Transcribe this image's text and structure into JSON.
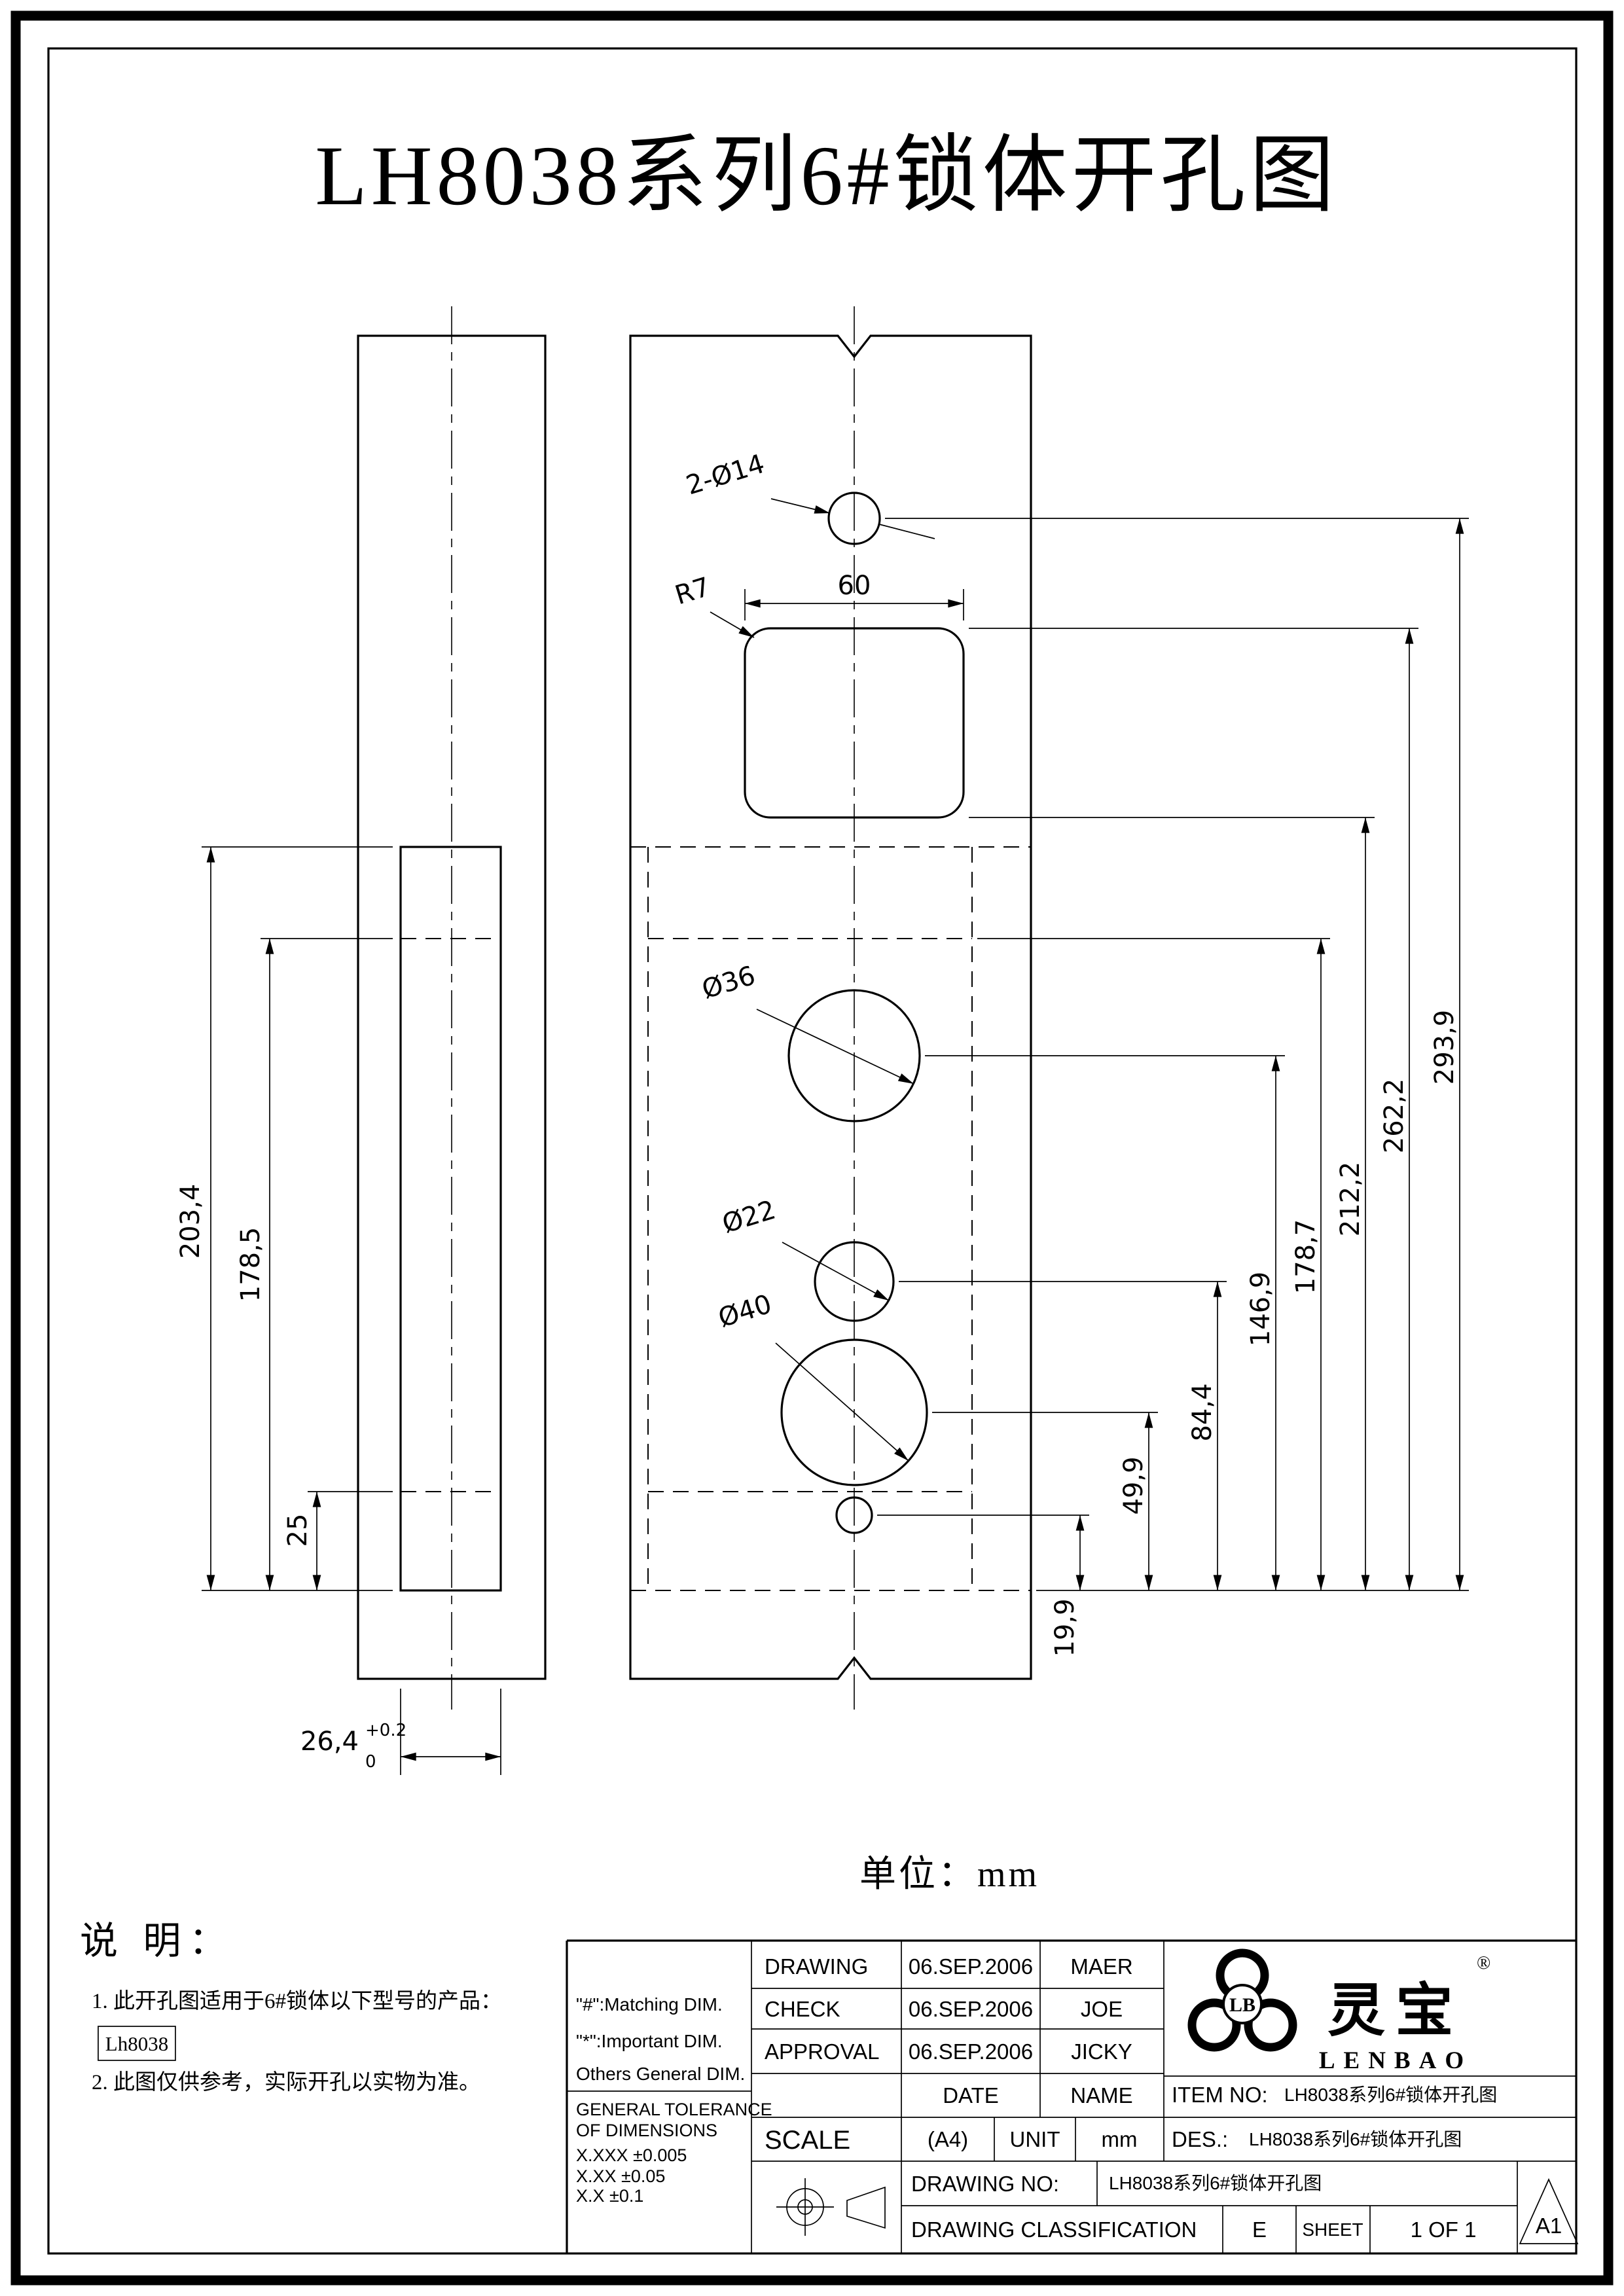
{
  "page": {
    "title": "LH8038系列6#锁体开孔图",
    "unit_note": "单位：mm"
  },
  "drawing": {
    "labels": {
      "top_hole": "2-Ø14",
      "corner_radius": "R7",
      "window_width": "60",
      "hole_d36": "Ø36",
      "hole_d22": "Ø22",
      "hole_d40": "Ø40"
    },
    "right_dims": [
      "293,9",
      "262,2",
      "212,2",
      "178,7",
      "146,9",
      "84,4",
      "49,9",
      "19,9"
    ],
    "left_dims": {
      "case_height": "203,4",
      "mid_height": "178,5",
      "bottom_offset": "25",
      "case_width": "26,4",
      "tol_upper": "+0.2",
      "tol_lower": "0"
    }
  },
  "notes": {
    "heading": "说 明：",
    "note1": "1. 此开孔图适用于6#锁体以下型号的产品：",
    "model": "Lh8038",
    "note2": "2. 此图仅供参考，实际开孔以实物为准。"
  },
  "title_block": {
    "dim_notes": [
      "\"#\":Matching  DIM.",
      "\"*\":Important  DIM.",
      "Others General  DIM."
    ],
    "tolerance_line1": "GENERAL TOLERANCE",
    "tolerance_line2": "OF DIMENSIONS",
    "tol_rows": [
      "X.XXX   ±0.005",
      "X.XX     ±0.05",
      "X.X       ±0.1"
    ],
    "approvals": [
      {
        "role": "DRAWING",
        "date": "06.SEP.2006",
        "name": "MAER"
      },
      {
        "role": "CHECK",
        "date": "06.SEP.2006",
        "name": "JOE"
      },
      {
        "role": "APPROVAL",
        "date": "06.SEP.2006",
        "name": "JICKY"
      }
    ],
    "date_header": "DATE",
    "name_header": "NAME",
    "scale_label": "SCALE",
    "scale_value": "(A4)",
    "unit_label": "UNIT",
    "unit_value": "mm",
    "item_no_label": "ITEM NO:",
    "item_no_value": "LH8038系列6#锁体开孔图",
    "des_label": "DES.:",
    "des_value": "LH8038系列6#锁体开孔图",
    "drawing_no_label": "DRAWING NO:",
    "drawing_no_value": "LH8038系列6#锁体开孔图",
    "classification_label": "DRAWING CLASSIFICATION",
    "classification_value": "E",
    "sheet_label": "SHEET",
    "sheet_value": "1 OF 1",
    "revision": "A1",
    "logo": {
      "monogram": "LB",
      "brand_cn": "灵宝",
      "brand_en": "LENBAO",
      "registered": "®"
    }
  }
}
